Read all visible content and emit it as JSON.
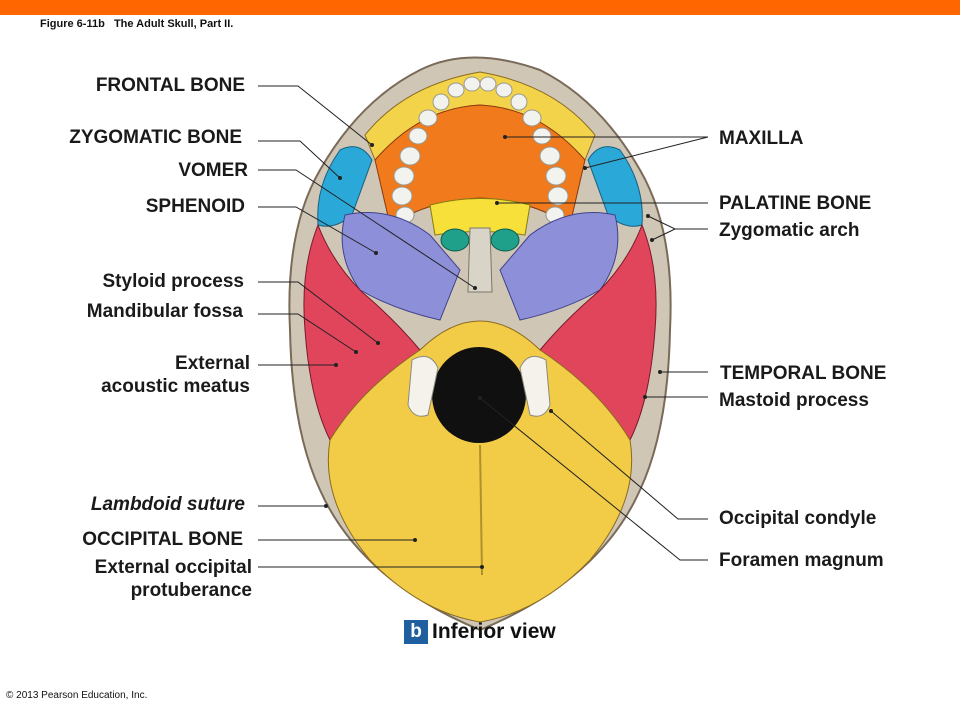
{
  "header": {
    "figure_title": "Figure 6-11b   The Adult Skull, Part II.",
    "accent_color": "#ff6600"
  },
  "footer": {
    "copyright": "© 2013 Pearson Education, Inc."
  },
  "view": {
    "badge": "b",
    "label": "Inferior view",
    "badge_color": "#1f5fa0"
  },
  "labels_left": {
    "frontal_bone": "FRONTAL BONE",
    "zygomatic_bone": "ZYGOMATIC BONE",
    "vomer": "VOMER",
    "sphenoid": "SPHENOID",
    "styloid_process": "Styloid process",
    "mandibular_fossa": "Mandibular fossa",
    "external_acoustic_meatus": "External\nacoustic meatus",
    "lambdoid_suture": "Lambdoid suture",
    "occipital_bone": "OCCIPITAL BONE",
    "external_occipital_protuberance": "External occipital\nprotuberance"
  },
  "labels_right": {
    "maxilla": "MAXILLA",
    "palatine_bone": "PALATINE BONE",
    "zygomatic_arch": "Zygomatic arch",
    "temporal_bone": "TEMPORAL BONE",
    "mastoid_process": "Mastoid process",
    "occipital_condyle": "Occipital condyle",
    "foramen_magnum": "Foramen magnum"
  },
  "bone_colors": {
    "frontal": "#f3d34a",
    "zygomatic": "#2aa8d8",
    "maxilla": "#f07a1c",
    "palatine": "#f7e03a",
    "vomer": "#d8d4c8",
    "sphenoid": "#8d8fd9",
    "temporal": "#e0455c",
    "occipital": "#f2cc47",
    "teeth": "#f2f2ee"
  }
}
